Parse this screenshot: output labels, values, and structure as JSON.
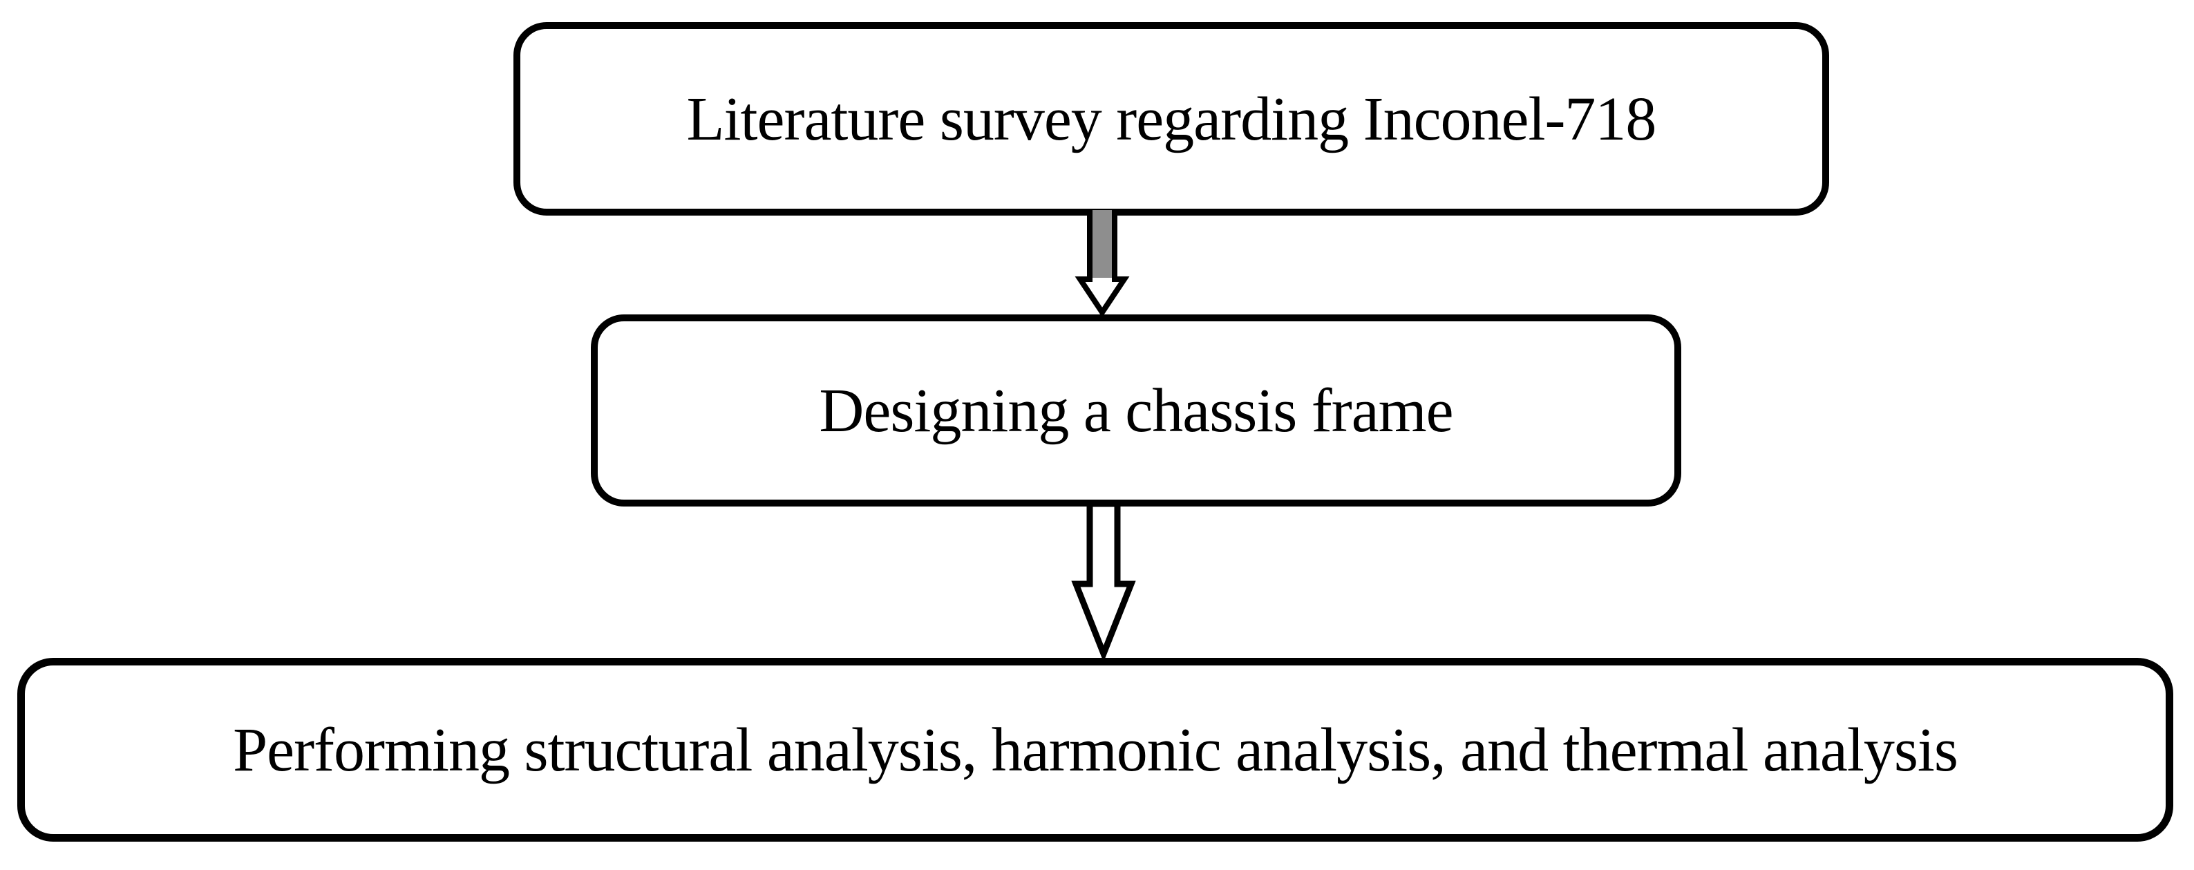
{
  "page": {
    "background": "#ffffff"
  },
  "diagram": {
    "type": "flowchart",
    "direction": "top-down",
    "nodes": [
      {
        "id": "step-1",
        "label": "Literature survey regarding Inconel-718"
      },
      {
        "id": "step-2",
        "label": "Designing a chassis frame"
      },
      {
        "id": "step-3",
        "label": "Performing structural analysis, harmonic analysis, and thermal analysis"
      }
    ],
    "connectors": [
      {
        "from": "step-1",
        "to": "step-2",
        "style": "hollow-double-line-arrow",
        "direction": "down"
      },
      {
        "from": "step-2",
        "to": "step-3",
        "style": "hollow-double-line-arrow",
        "direction": "down"
      }
    ],
    "colors": {
      "node_border": "#000000",
      "node_fill": "#ffffff",
      "text": "#000000",
      "arrow_shaft_interior": "#8e8e8e"
    }
  }
}
